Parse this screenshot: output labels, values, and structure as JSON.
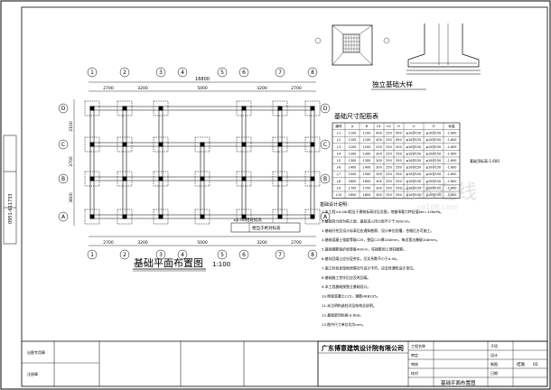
{
  "plan": {
    "title": "基础平面布置图",
    "scale": "1:100",
    "total_dim": "16800",
    "top_dims": [
      "2700",
      "3200",
      "5000",
      "3200",
      "2700"
    ],
    "bottom_dims": [
      "2700",
      "3200",
      "5000",
      "3200",
      "2700"
    ],
    "grid_cols": [
      "1",
      "2",
      "3",
      "4",
      "5",
      "6",
      "7",
      "8"
    ],
    "grid_rows": [
      "D",
      "C",
      "B",
      "A"
    ],
    "left_dims": [
      "2100",
      "3700",
      "3600"
    ],
    "level_note": "±0.00相对标高",
    "level_value": "相当于绝对标高"
  },
  "detail": {
    "title": "独立基础大样"
  },
  "table": {
    "title": "基础尺寸配筋表",
    "headers": [
      "编号",
      "A",
      "B",
      "h1",
      "h2",
      "H",
      "①",
      "②",
      "标高"
    ],
    "rows": [
      [
        "J-1",
        "1100",
        "1100",
        "400",
        "250",
        "650",
        "φ10@150",
        "φ10@150",
        "-1.600"
      ],
      [
        "J-2",
        "1100",
        "1100",
        "400",
        "250",
        "650",
        "φ10@150",
        "φ10@150",
        "-1.600"
      ],
      [
        "J-3",
        "1200",
        "1200",
        "250",
        "250",
        "500",
        "φ10@150",
        "φ10@150",
        "-1.600"
      ],
      [
        "J-4",
        "1300",
        "1300",
        "300",
        "250",
        "550",
        "φ10@150",
        "φ10@150",
        "-1.600"
      ],
      [
        "J-5",
        "1300",
        "1300",
        "300",
        "250",
        "550",
        "φ10@150",
        "φ10@150",
        "-1.600"
      ],
      [
        "J-6",
        "1400",
        "1400",
        "300",
        "250",
        "550",
        "φ10@150",
        "φ10@150",
        "-1.600"
      ],
      [
        "J-7",
        "1500",
        "1500",
        "300",
        "250",
        "550",
        "φ10@150",
        "φ10@150",
        "-1.600"
      ],
      [
        "J-8",
        "1600",
        "1600",
        "300",
        "250",
        "550",
        "φ10@150",
        "φ10@150",
        "-1.600"
      ],
      [
        "J-9",
        "1700",
        "1700",
        "300",
        "250",
        "550",
        "φ10@150",
        "φ10@150",
        "-1.600"
      ],
      [
        "J-10",
        "1800",
        "1800",
        "300",
        "250",
        "550",
        "φ10@150",
        "φ10@150",
        "-1.600"
      ]
    ],
    "side_note": "基础顶标高-1.600"
  },
  "notes": {
    "heading": "基础设计说明：",
    "lines": [
      "1.本工程±0.000相当于建筑标高详见总图，地基承载力特征值fak=150kPa。",
      "2.基础持力层为粘土层，基底进入持力层不少于300mm。",
      "3.基础开挖至设计标高后应通知勘察、设计单位验槽，合格后方可施工。",
      "4.基础混凝土强度等级C25，垫层C15厚100mm，每边宽出基础100mm。",
      "5.基础钢筋保护层厚度40mm，柱插筋同上部柱配筋。",
      "6.基坑回填土应分层夯实，压实系数不小于0.94。",
      "7.施工时如发现地质情况与设计不符，应及时通知设计单位。",
      "8.基础施工完毕后应及时回填。",
      "9.本工程基础按独立基础设计。",
      "10.地梁混凝土C25，钢筋HRB335。",
      "11.未注明构造柱详见结构总说明。",
      "12.基础梁顶标高-0.600。",
      "13.图中尺寸单位均为mm。"
    ]
  },
  "title_block": {
    "company": "广东博意建筑设计院有限公司",
    "drawing_name": "基础平面布置图",
    "left_labels": [
      "出图专用章",
      "注册章"
    ],
    "fields": [
      [
        "工程名称",
        "",
        "子项",
        ""
      ],
      [
        "审定",
        "",
        "设计",
        ""
      ],
      [
        "审核",
        "",
        "制图",
        ""
      ],
      [
        "校对",
        "",
        "日期",
        ""
      ]
    ],
    "sheet_label": "结施",
    "sheet_no": "02"
  },
  "side_strip": {
    "text": "0951-611733"
  },
  "watermark": {
    "main": "土木在线",
    "sub": "co188.com"
  }
}
